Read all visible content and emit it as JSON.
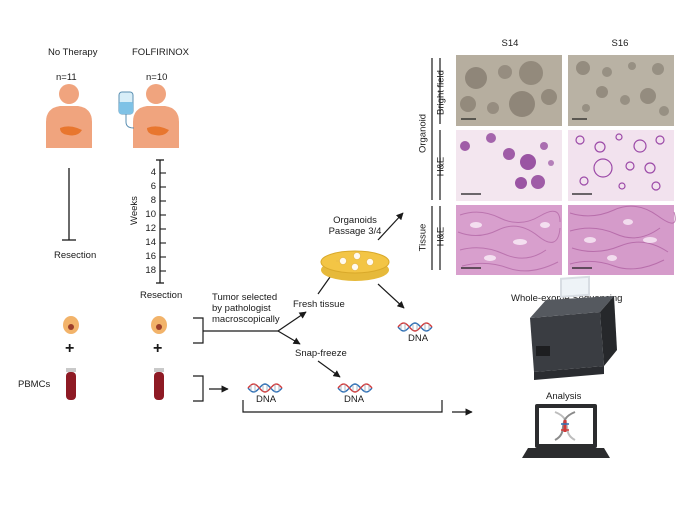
{
  "arms": {
    "left": {
      "title": "No Therapy",
      "n": "n=11",
      "step": "Resection"
    },
    "right": {
      "title": "FOLFIRINOX",
      "n": "n=10",
      "step": "Resection"
    }
  },
  "timeline": {
    "axis_label": "Weeks",
    "ticks": [
      "4",
      "6",
      "8",
      "10",
      "12",
      "14",
      "16",
      "18"
    ]
  },
  "samples": {
    "plus": "+",
    "pbmc_label": "PBMCs"
  },
  "workflow": {
    "tumor_selected": [
      "Tumor selected",
      "by pathologist",
      "macroscopically"
    ],
    "fresh_tissue": "Fresh tissue",
    "snap_freeze": "Snap-freeze",
    "organoids": [
      "Organoids",
      "Passage 3/4"
    ],
    "dna_organoid": "DNA",
    "dna_pbmc": "DNA",
    "dna_snap": "DNA"
  },
  "imaging": {
    "columns": [
      "S14",
      "S16"
    ],
    "group_labels": [
      "Organoid",
      "Tissue"
    ],
    "row_labels": [
      "Bright field",
      "H&E",
      "H&E"
    ]
  },
  "outputs": {
    "sequencing": "Whole-exome Sequencing",
    "analysis": "Analysis"
  },
  "colors": {
    "skin": "#f0a47e",
    "pancreas": "#e8762e",
    "blood": "#8e1a24",
    "dish": "#f3c545",
    "he_pink": "#dca9d6",
    "he_purple": "#8a3a95",
    "bf_gray": "#b8b1a3",
    "dna_blue": "#2c6fb6",
    "dna_red": "#d23a3a"
  }
}
